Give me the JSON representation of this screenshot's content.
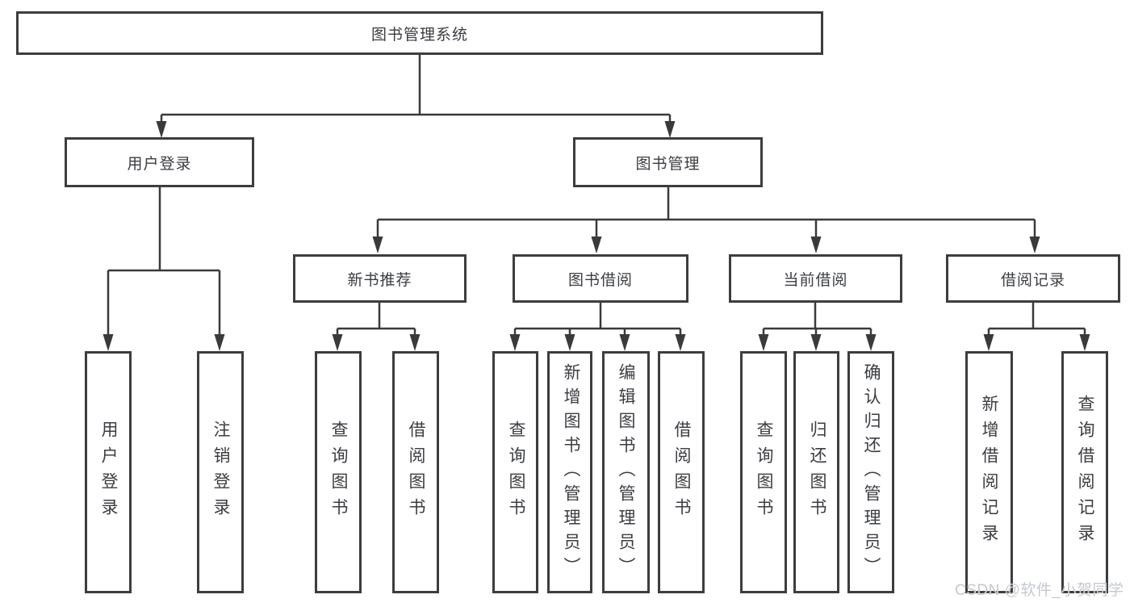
{
  "colors": {
    "background": "#ffffff",
    "box_border": "#3d3d3d",
    "connector_line": "#3a3a3a",
    "text": "#3a3d42",
    "watermark": "#c3c7ce"
  },
  "watermark": {
    "text": "CSDN @软件_小贺同学"
  },
  "tree": {
    "root": "图书管理系统",
    "branches": [
      {
        "label": "用户登录",
        "leaves": [
          "用户登录",
          "注销登录"
        ]
      },
      {
        "label": "图书管理",
        "sections": [
          {
            "label": "新书推荐",
            "leaves": [
              "查询图书",
              "借阅图书"
            ]
          },
          {
            "label": "图书借阅",
            "leaves": [
              "查询图书",
              "新增图书（管理员）",
              "编辑图书（管理员）",
              "借阅图书"
            ]
          },
          {
            "label": "当前借阅",
            "leaves": [
              "查询图书",
              "归还图书",
              "确认归还（管理员）"
            ]
          },
          {
            "label": "借阅记录",
            "leaves": [
              "新增借阅记录",
              "查询借阅记录"
            ]
          }
        ]
      }
    ]
  }
}
